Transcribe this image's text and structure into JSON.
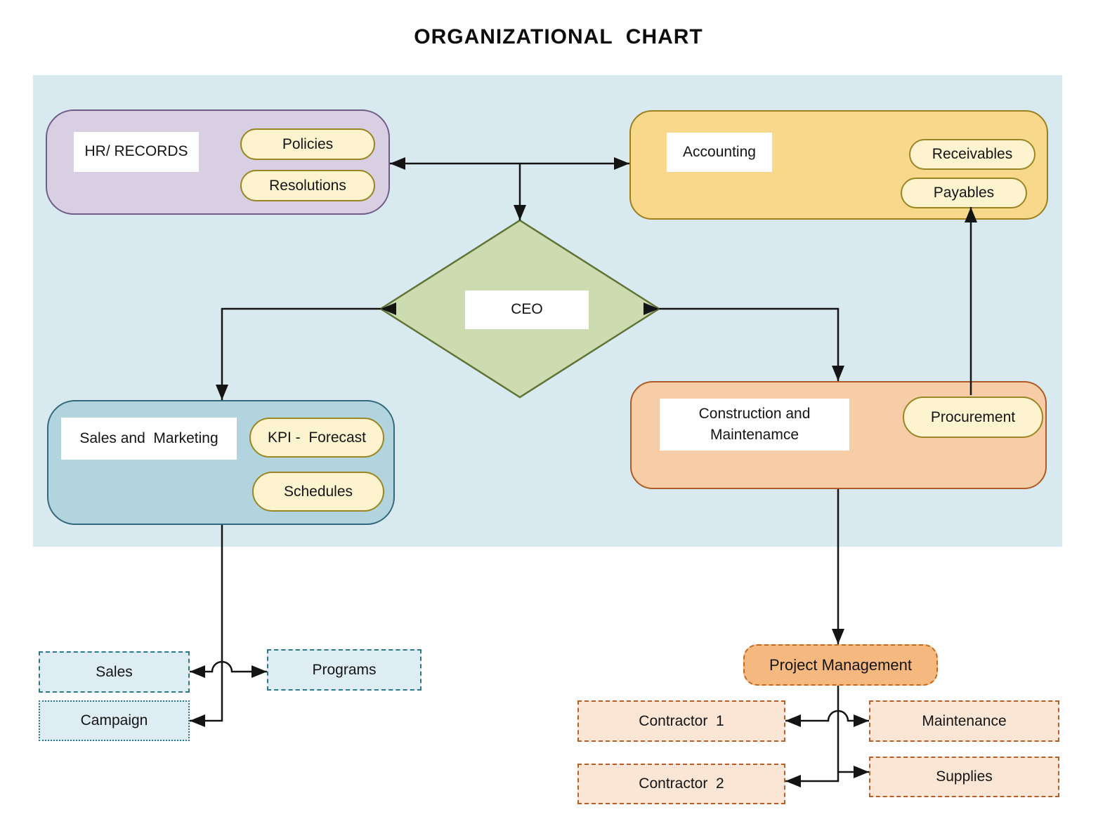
{
  "title": "ORGANIZATIONAL  CHART",
  "nodes": {
    "hr": {
      "label": "HR/ RECORDS",
      "pills": [
        "Policies",
        "Resolutions"
      ]
    },
    "accounting": {
      "label": "Accounting",
      "pills": [
        "Receivables",
        "Payables"
      ]
    },
    "ceo": {
      "label": "CEO"
    },
    "sales_marketing": {
      "label": "Sales and  Marketing",
      "pills": [
        "KPI -  Forecast",
        "Schedules"
      ]
    },
    "construction": {
      "label_line1": "Construction and",
      "label_line2": "Maintenamce",
      "pills": [
        "Procurement"
      ]
    },
    "project_management": {
      "label": "Project Management"
    },
    "sales": {
      "label": "Sales"
    },
    "programs": {
      "label": "Programs"
    },
    "campaign": {
      "label": "Campaign"
    },
    "contractor1": {
      "label": "Contractor  1"
    },
    "maintenance": {
      "label": "Maintenance"
    },
    "contractor2": {
      "label": "Contractor  2"
    },
    "supplies": {
      "label": "Supplies"
    }
  },
  "colors": {
    "background_panel": "#d9e9f0",
    "hr_fill": "#d8cfe3",
    "hr_border": "#6f5c87",
    "accounting_fill": "#f8d88a",
    "accounting_border": "#9c801f",
    "ceo_fill": "#cddbb0",
    "ceo_border": "#5f7434",
    "sales_marketing_fill": "#b1d4de",
    "sales_marketing_border": "#33677a",
    "construction_fill": "#f7cda7",
    "construction_border": "#ad5a24",
    "pill_fill": "#fdf3cf",
    "pill_border": "#9a8624",
    "project_management_fill": "#f5b87f",
    "project_management_border": "#c2691f",
    "dashed_blue_fill": "#ddedf3",
    "dashed_blue_border": "#2e7889",
    "dashed_orange_fill": "#fbe6d5",
    "dashed_orange_border": "#b5602a",
    "connector": "#141414"
  }
}
